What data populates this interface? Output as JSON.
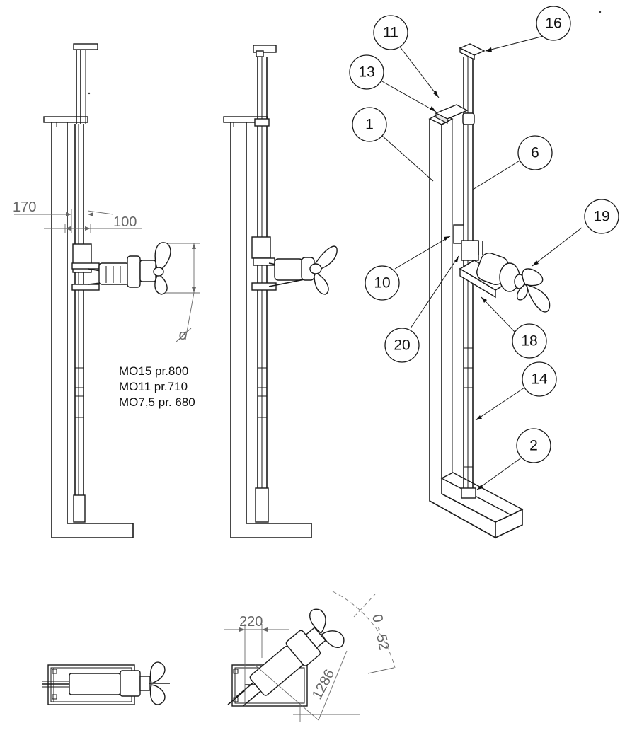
{
  "dimensions": {
    "d170": "170",
    "d100": "100",
    "phi": "ø",
    "d220": "220",
    "d1286": "1286",
    "angle": "0 - 52"
  },
  "models": [
    "MO15 pr.800",
    "MO11 pr.710",
    "MO7,5 pr. 680"
  ],
  "balloons": [
    "11",
    "16",
    "13",
    "1",
    "6",
    "19",
    "10",
    "20",
    "18",
    "14",
    "2"
  ]
}
